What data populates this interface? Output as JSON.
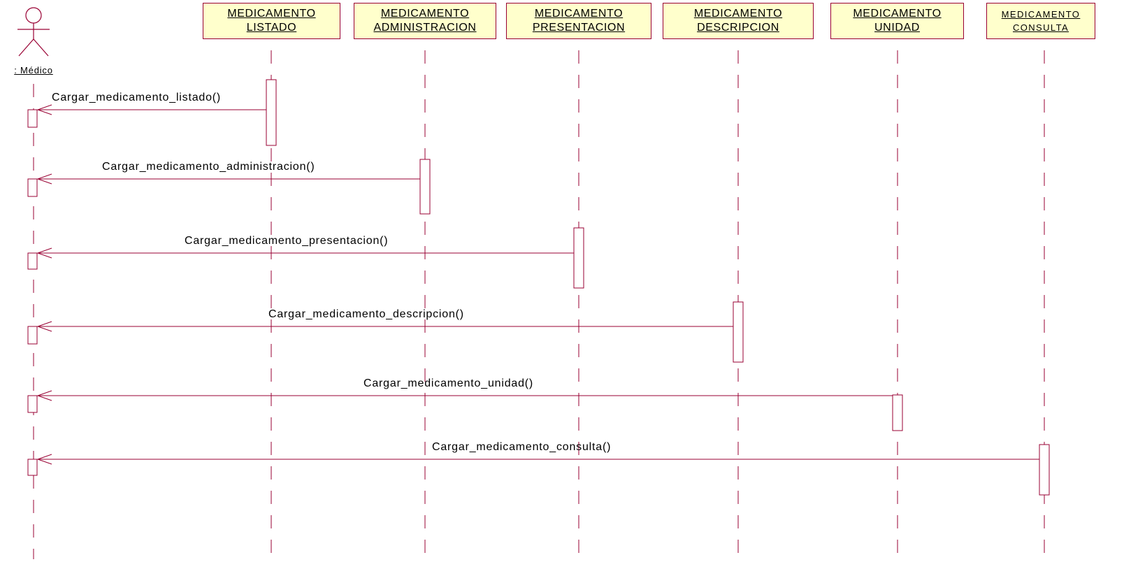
{
  "actor": {
    "label": ": Médico"
  },
  "objects": [
    {
      "line1": "MEDICAMENTO",
      "line2": "LISTADO"
    },
    {
      "line1": "MEDICAMENTO",
      "line2": "ADMINISTRACION"
    },
    {
      "line1": "MEDICAMENTO",
      "line2": "PRESENTACION"
    },
    {
      "line1": "MEDICAMENTO",
      "line2": "DESCRIPCION"
    },
    {
      "line1": "MEDICAMENTO",
      "line2": "UNIDAD"
    },
    {
      "line1": "MEDICAMENTO",
      "line2": "CONSULTA"
    }
  ],
  "messages": [
    {
      "label": "Cargar_medicamento_listado()"
    },
    {
      "label": "Cargar_medicamento_administracion()"
    },
    {
      "label": "Cargar_medicamento_presentacion()"
    },
    {
      "label": "Cargar_medicamento_descripcion()"
    },
    {
      "label": "Cargar_medicamento_unidad()"
    },
    {
      "label": "Cargar_medicamento_consulta()"
    }
  ],
  "colors": {
    "line": "#990033",
    "box_fill": "#ffffcc"
  }
}
